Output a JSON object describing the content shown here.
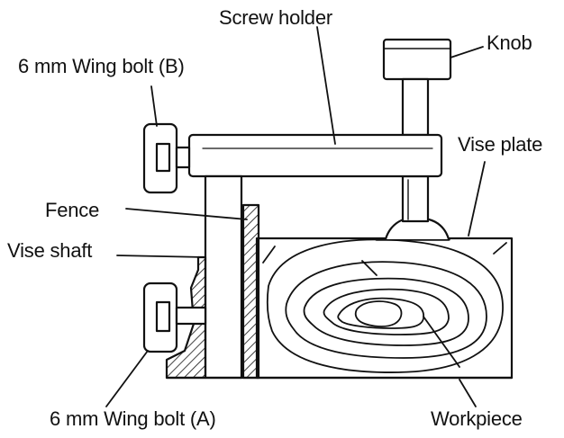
{
  "figure": {
    "labels": {
      "screw_holder": "Screw holder",
      "wing_bolt_b": "6 mm Wing bolt (B)",
      "knob": "Knob",
      "vise_plate": "Vise plate",
      "fence": "Fence",
      "vise_shaft": "Vise shaft",
      "wing_bolt_a": "6 mm Wing bolt (A)",
      "workpiece": "Workpiece"
    }
  }
}
